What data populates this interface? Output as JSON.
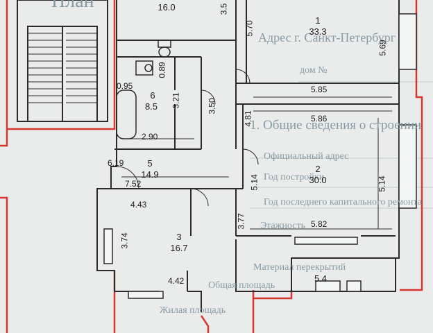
{
  "background_document": {
    "heading_top": "План",
    "address_label": "Адрес г. Санкт-Петербург",
    "house_label": "дом №",
    "section_1": "1. Общие сведения о строении",
    "line_1": "Официальный адрес",
    "line_2": "Год постройки",
    "line_3": "Год последнего капитального ремонта",
    "line_4": "Этажность",
    "line_5": "Материал перекрытий",
    "line_6": "Общая площадь",
    "line_7": "Жилая площадь"
  },
  "rooms": [
    {
      "number": "1",
      "area": "33.3"
    },
    {
      "number": "2",
      "area": "30.0"
    },
    {
      "number": "3",
      "area": "16.7"
    },
    {
      "number": "5",
      "area": "14.9"
    },
    {
      "number": "6",
      "area": "8.5"
    }
  ],
  "unlabeled_areas": {
    "top_left": "16.0",
    "balcony": "5.4"
  },
  "dimensions": {
    "d_3_5": "3.5",
    "d_5_70": "5.70",
    "d_5_69": "5.69",
    "d_0_89": "0.89",
    "d_0_95": "0.95",
    "d_3_21": "3.21",
    "d_3_50": "3.50",
    "d_5_85": "5.85",
    "d_4_81": "4.81",
    "d_5_86": "5.86",
    "d_2_90": "2.90",
    "d_6_19": "6.19",
    "d_5_14a": "5.14",
    "d_5_14b": "5.14",
    "d_7_52": "7.52",
    "d_4_43": "4.43",
    "d_5_82": "5.82",
    "d_3_77": "3.77",
    "d_3_74": "3.74",
    "d_4_42": "4.42"
  },
  "colors": {
    "paper": "#e9ecea",
    "wall": "#2a2a2a",
    "outline_red": "#d8362f",
    "watermark": "#8a9aa5"
  }
}
